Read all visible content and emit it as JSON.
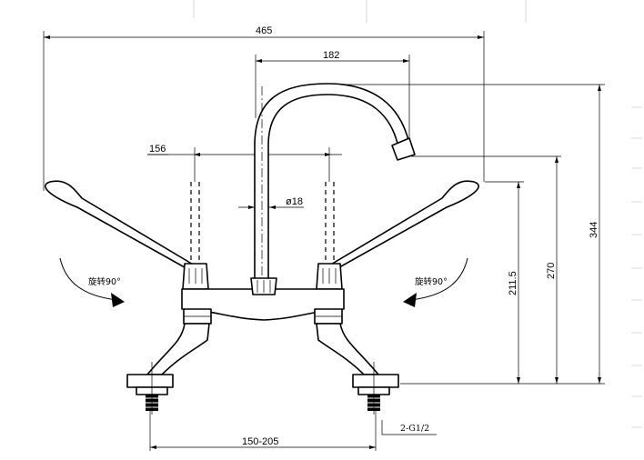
{
  "dimensions": {
    "overall_width": "465",
    "spout_reach": "182",
    "lever_spacing": "156",
    "spout_diameter": "ø18",
    "height_total": "344",
    "height_spout": "270",
    "height_lever": "211.5",
    "inlet_spacing": "150-205",
    "thread": "2-G1/2"
  },
  "annotations": {
    "rotate_left": "旋转90°",
    "rotate_right": "旋转90°"
  },
  "colors": {
    "line": "#000000",
    "background": "#ffffff"
  }
}
